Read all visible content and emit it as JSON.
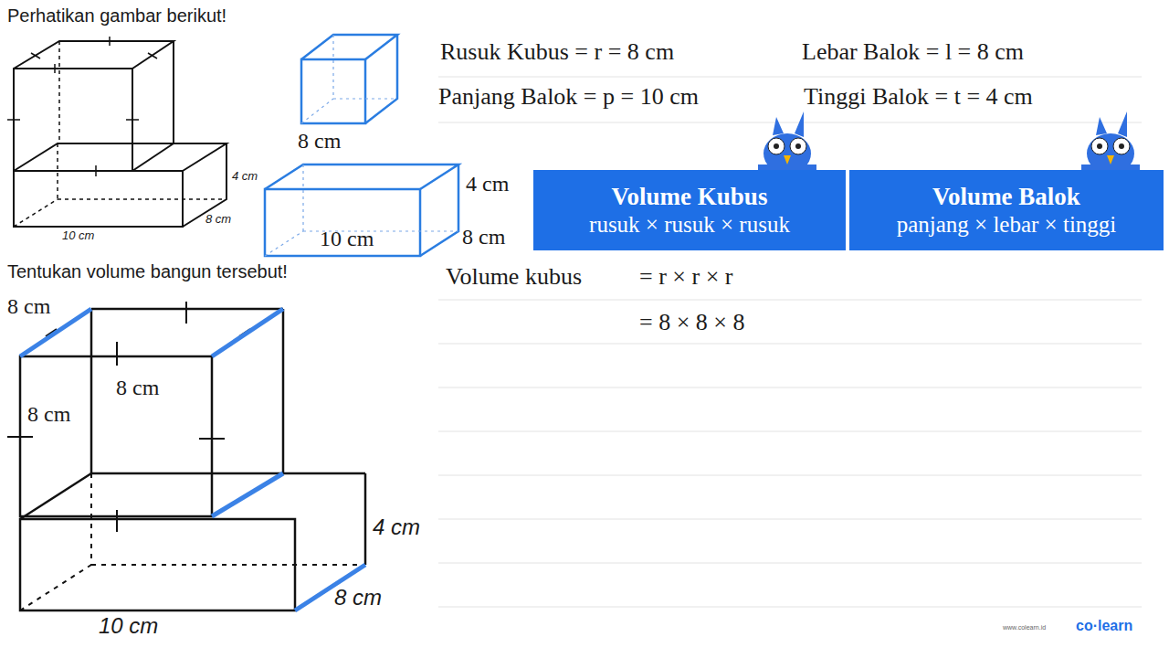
{
  "diagram": {
    "nodes": [
      {
        "text": [
          "Volume Kubus",
          "rusuk × rusuk × rusuk"
        ]
      },
      {
        "text": [
          "Volume Balok",
          "panjang × lebar × tinggi"
        ]
      }
    ],
    "labels": [
      "Perhatikan gambar berikut!",
      "4 cm",
      "8 cm",
      "10 cm",
      "8 cm",
      "4 cm",
      "10 cm",
      "8 cm",
      "Tentukan volume bangun tersebut!",
      "8 cm",
      "8 cm",
      "8 cm",
      "4 cm",
      "8 cm",
      "10 cm",
      "Rusuk Kubus = r = 8 cm",
      "Lebar Balok = l = 8 cm",
      "Panjang Balok = p = 10 cm",
      "Tinggi Balok = t = 4 cm",
      "Volume kubus",
      "= r × r × r",
      "= 8 × 8 × 8",
      "www.colearn.id",
      "co·learn"
    ]
  }
}
